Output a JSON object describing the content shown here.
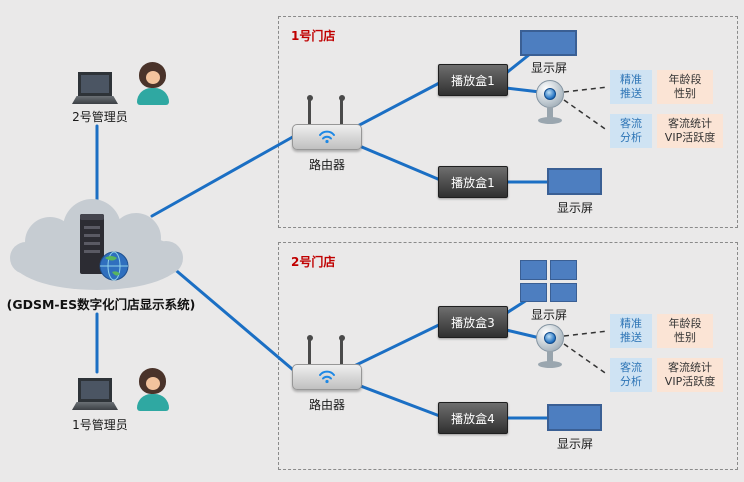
{
  "title": "(GDSM-ES数字化门店显示系统)",
  "admins": {
    "top": "2号管理员",
    "bottom": "1号管理员"
  },
  "stores": [
    {
      "label": "1号门店",
      "router": "路由器",
      "player_top": "播放盒1",
      "player_bottom": "播放盒1",
      "display_top": "显示屏",
      "display_bottom": "显示屏",
      "push": "精准\n推送",
      "push_result": "年龄段\n性别",
      "flow": "客流\n分析",
      "flow_result": "客流统计\nVIP活跃度"
    },
    {
      "label": "2号门店",
      "router": "路由器",
      "player_top": "播放盒3",
      "player_bottom": "播放盒4",
      "display_top": "显示屏",
      "display_bottom": "显示屏",
      "push": "精准\n推送",
      "push_result": "年龄段\n性别",
      "flow": "客流\n分析",
      "flow_result": "客流统计\nVIP活跃度"
    }
  ],
  "colors": {
    "line_blue": "#1b6fc4",
    "store_label_red": "#c00000",
    "display_blue": "#4d7ec0",
    "tag_blue_bg": "#cfe3f3",
    "tag_blue_text": "#2e75b6",
    "tag_peach_bg": "#fbe4d5",
    "player_dark": "#303030",
    "background": "#eae9e9"
  }
}
